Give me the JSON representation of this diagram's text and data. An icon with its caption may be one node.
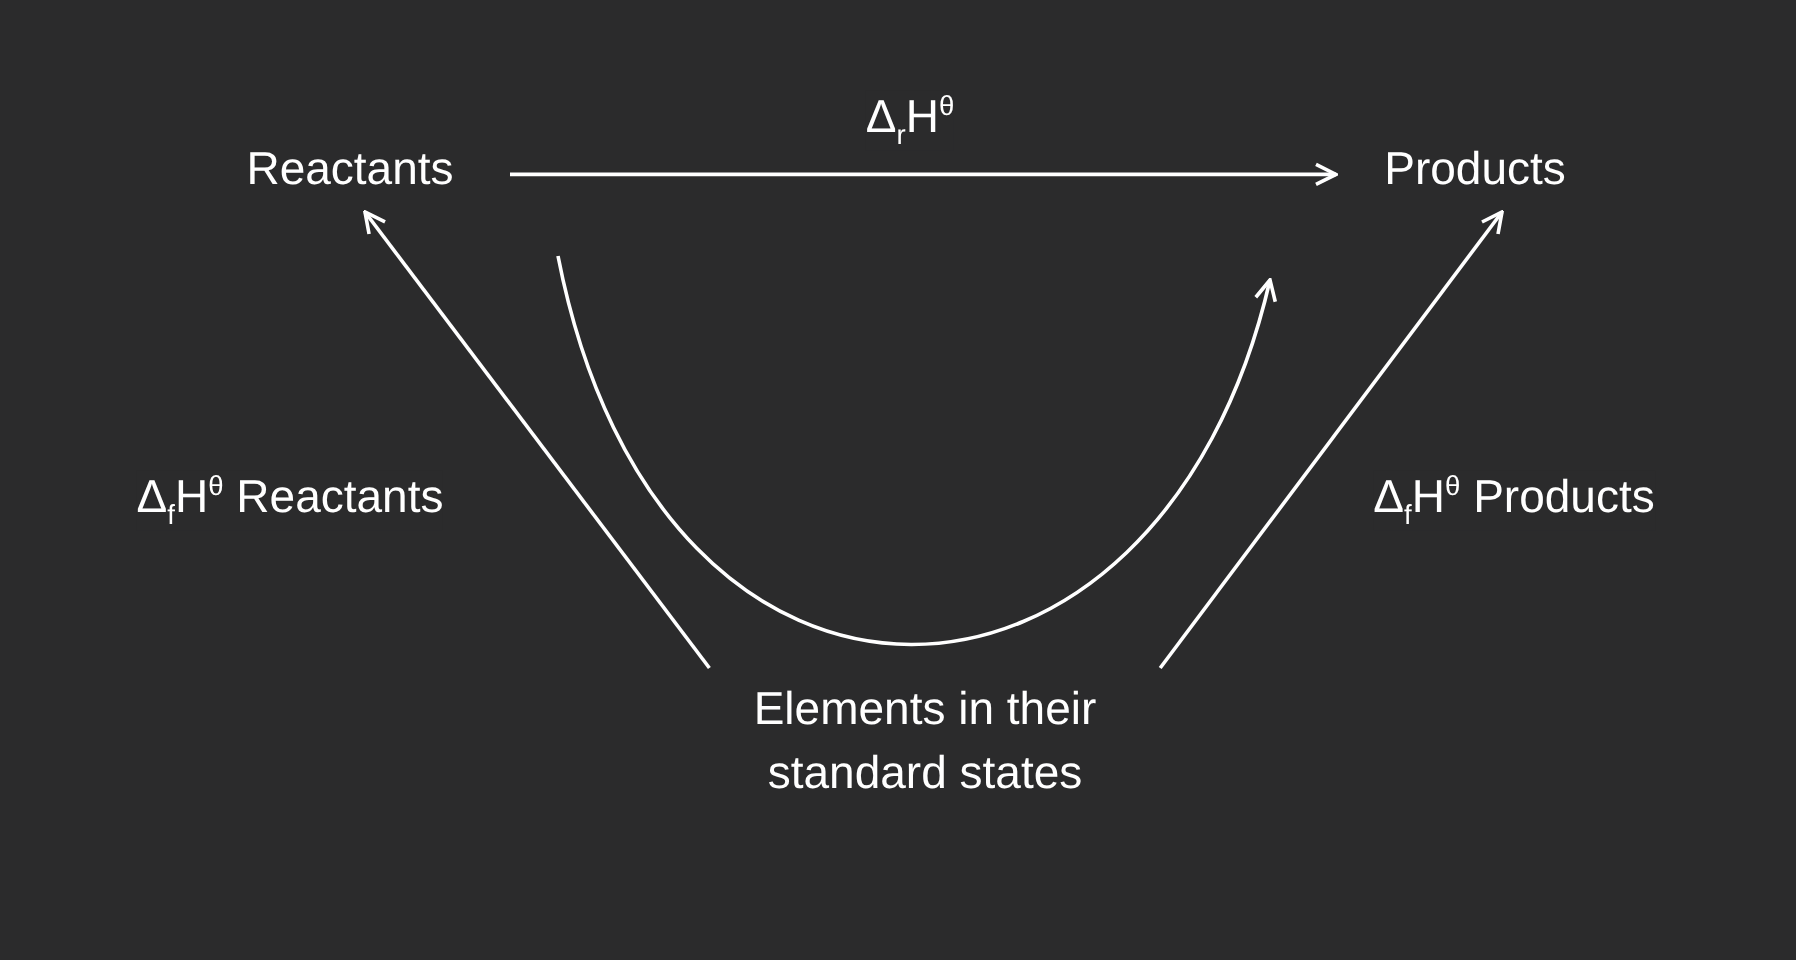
{
  "diagram": {
    "nodes": [
      {
        "text": [
          "Reactants"
        ]
      },
      {
        "text": [
          "Products"
        ]
      },
      {
        "text": [
          "Elements in their standard states"
        ]
      }
    ],
    "edges": [
      {
        "from": 0,
        "to": 1,
        "arrow": "to",
        "label": "Δ$_{r}$H$^{θ}$"
      },
      {
        "from": 2,
        "to": 0,
        "arrow": "to",
        "label": "Δ$_{f}$H$^{θ}$ Reactants"
      },
      {
        "from": 2,
        "to": 1,
        "arrow": "to",
        "label": "Δ$_{f}$H$^{θ}$ Products"
      }
    ]
  }
}
